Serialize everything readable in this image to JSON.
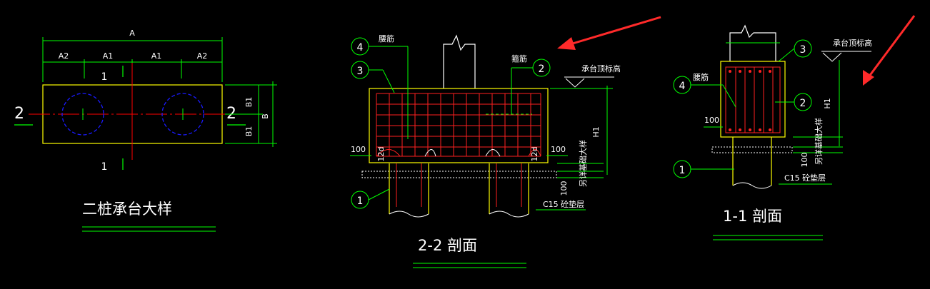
{
  "colors": {
    "background": "#000000",
    "outline": "#ffff00",
    "dimension": "#00ff00",
    "rebar": "#ff0000",
    "pile": "#0000ff",
    "centerline": "#ff0000",
    "text": "#ffffff",
    "arrow": "#ff2a2a",
    "rebar_light": "#ff4040"
  },
  "plan": {
    "title": "二桩承台大样",
    "dim_total": "A",
    "dim_segments": [
      "A2",
      "A1",
      "A1",
      "A2"
    ],
    "section_mark_top": "1",
    "section_mark_bottom": "1",
    "section_mark_left": "2",
    "section_mark_right": "2",
    "dim_b1_top": "B1",
    "dim_b1_bottom": "B1",
    "dim_b": "B"
  },
  "section22": {
    "title": "2-2 剖面",
    "callout_1": "1",
    "callout_2": "2",
    "callout_3": "3",
    "callout_4": "4",
    "label_waist": "腰筋",
    "label_stirrup": "箍筋",
    "label_top_elev": "承台顶标高",
    "dim_h1": "H1",
    "dim_100_left": "100",
    "dim_100_right": "100",
    "dim_12d_left": "12d",
    "dim_12d_right": "12d",
    "dim_100_bottom": "100",
    "label_bottom_elev": "另详基础大样",
    "label_cushion": "C15 砼垫层"
  },
  "section11": {
    "title": "1-1 剖面",
    "callout_1": "1",
    "callout_2": "2",
    "callout_3": "3",
    "callout_4": "4",
    "label_waist": "腰筋",
    "label_top_elev": "承台顶标高",
    "dim_h1": "H1",
    "dim_100": "100",
    "dim_100_bottom": "100",
    "label_bottom_elev": "另详基础大样",
    "label_cushion": "C15 砼垫层"
  }
}
